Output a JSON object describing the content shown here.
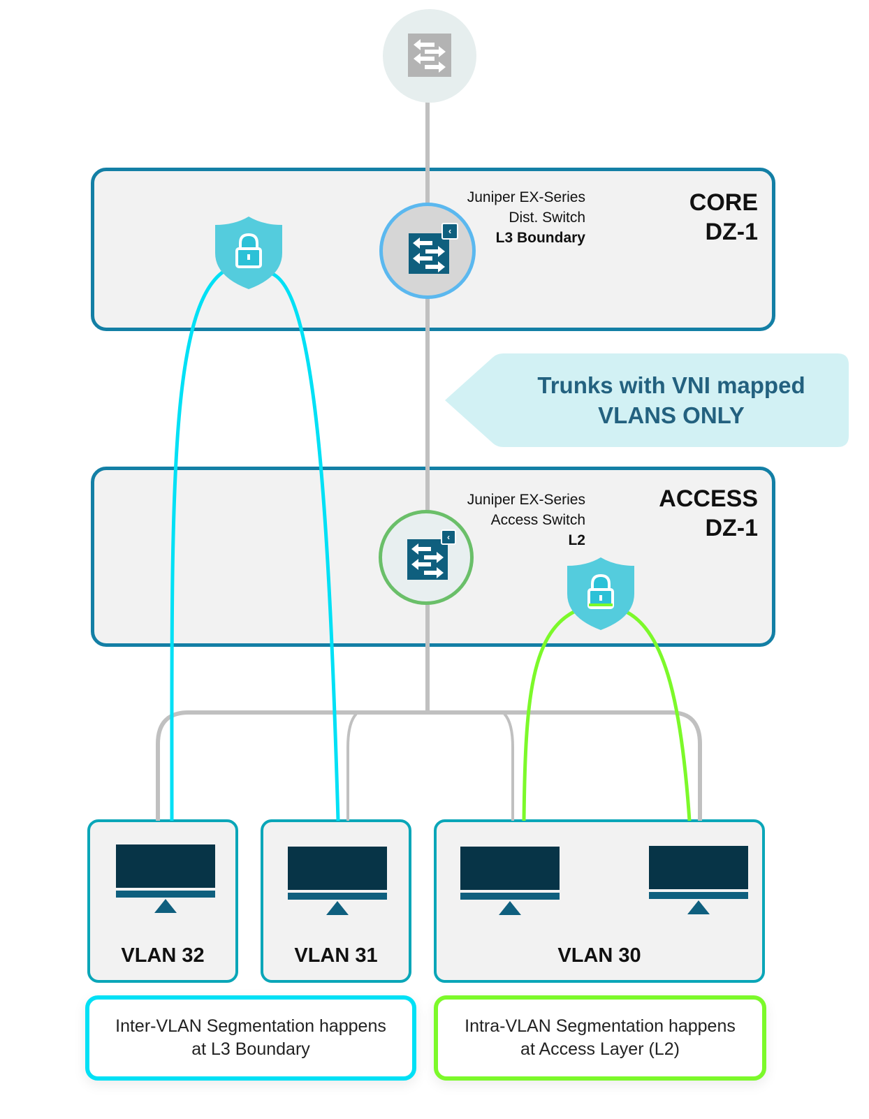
{
  "diagram": {
    "colors": {
      "zone_border": "#137fa5",
      "vlan_border": "#0aa6b8",
      "inter_vlan_path": "#00e0f5",
      "intra_vlan_path": "#7cf92a",
      "trunk_line": "#c0c0c0",
      "core_ring": "#5bb8ef",
      "access_ring": "#6abf69",
      "switch_icon": "#0f5f7e",
      "shield": "#54ccdd",
      "callout_bg": "#d2f1f4",
      "callout_text": "#23617f",
      "monitor_screen": "#073447",
      "monitor_base": "#0f5f7e"
    },
    "upstream_node": {
      "icon": "switch-icon",
      "state": "inactive"
    },
    "core_zone": {
      "title_line1": "CORE",
      "title_line2": "DZ-1",
      "device": {
        "line1": "Juniper EX-Series",
        "line2": "Dist. Switch",
        "line3": "L3 Boundary",
        "icon": "switch-icon",
        "badge_icon": "juniper-badge-icon"
      },
      "security_icon": "shield-lock-icon"
    },
    "callout": {
      "line1": "Trunks with VNI mapped",
      "line2": "VLANS ONLY"
    },
    "access_zone": {
      "title_line1": "ACCESS",
      "title_line2": "DZ-1",
      "device": {
        "line1": "Juniper EX-Series",
        "line2": "Access Switch",
        "line3": "L2",
        "icon": "switch-icon",
        "badge_icon": "juniper-badge-icon"
      },
      "security_icon": "shield-lock-icon"
    },
    "vlans": [
      {
        "label": "VLAN 32",
        "hosts": 1
      },
      {
        "label": "VLAN 31",
        "hosts": 1
      },
      {
        "label": "VLAN 30",
        "hosts": 2
      }
    ],
    "notes": [
      {
        "line1": "Inter-VLAN Segmentation happens",
        "line2": "at L3 Boundary",
        "color": "cyan"
      },
      {
        "line1": "Intra-VLAN Segmentation happens",
        "line2": "at Access Layer (L2)",
        "color": "green"
      }
    ]
  }
}
